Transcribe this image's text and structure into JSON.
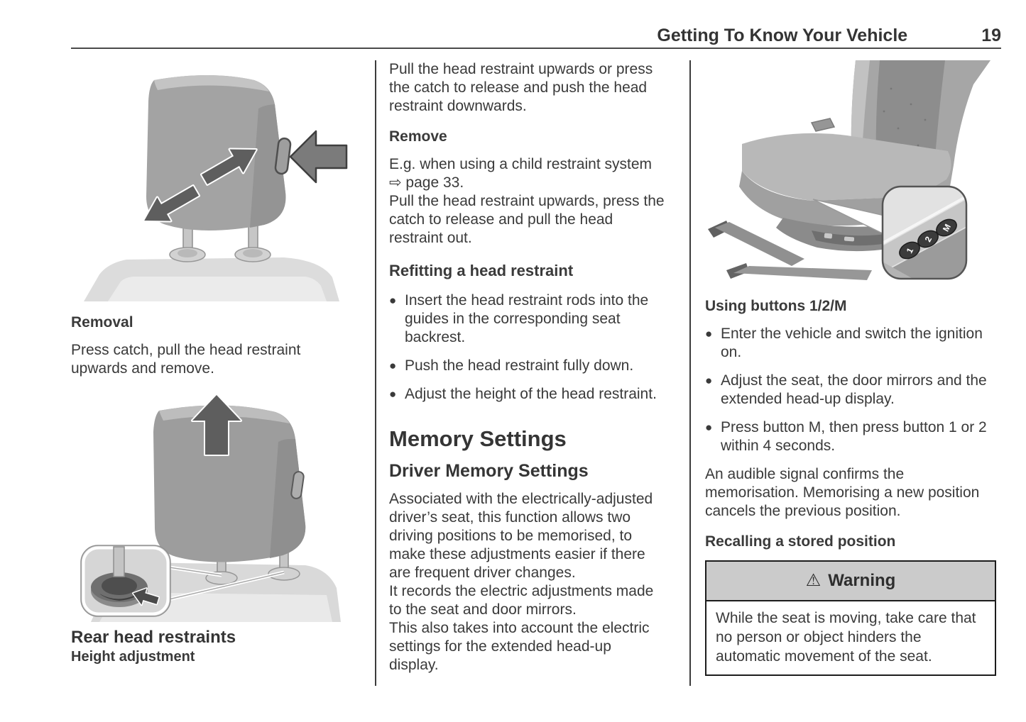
{
  "header": {
    "title": "Getting To Know Your Vehicle",
    "page_number": "19"
  },
  "glyphs": {
    "bullet": "●",
    "warning_icon": "⚠"
  },
  "left_column": {
    "removal_heading": "Removal",
    "removal_text": "Press catch, pull the head restraint upwards and remove.",
    "rear_heading": "Rear head restraints",
    "rear_subheading": "Height adjustment"
  },
  "middle_column": {
    "intro": "Pull the head restraint upwards or press the catch to release and push the head restraint downwards.",
    "remove_heading": "Remove",
    "remove_lines": [
      "E.g. when using a child restraint system ⇨ page 33.",
      "Pull the head restraint upwards, press the catch to release and pull the head restraint out."
    ],
    "refitting_heading": "Refitting a head restraint",
    "refitting_bullets": [
      "Insert the head restraint rods into the guides in the corresponding seat backrest.",
      "Push the head restraint fully down.",
      "Adjust the height of the head restraint."
    ],
    "memory_title": "Memory Settings",
    "driver_memory_title": "Driver Memory Settings",
    "driver_memory_paras": [
      "Associated with the electrically-adjusted driver’s seat, this function allows two driving positions to be memorised, to make these adjustments easier if there are frequent driver changes.",
      "It records the electric adjustments made to the seat and door mirrors.",
      "This also takes into account the electric settings for the extended head-up display."
    ]
  },
  "right_column": {
    "seat_buttons": [
      "1",
      "2",
      "M"
    ],
    "using_heading": "Using buttons 1/2/M",
    "using_bullets": [
      "Enter the vehicle and switch the ignition on.",
      "Adjust the seat, the door mirrors and the extended head-up display.",
      "Press button M, then press button 1 or 2 within 4 seconds."
    ],
    "audible_text": "An audible signal confirms the memorisation. Memorising a new position cancels the previous position.",
    "recalling_heading": "Recalling a stored position",
    "warning": {
      "title": "Warning",
      "text": "While the seat is moving, take care that no person or object hinders the automatic movement of the seat."
    }
  },
  "colors": {
    "text": "#3a3a3a",
    "rule": "#4a4a4a",
    "warning_header_bg": "#cbcbcb",
    "figure_gray": "#a3a3a3",
    "arrow_dark": "#5e5e5e"
  }
}
